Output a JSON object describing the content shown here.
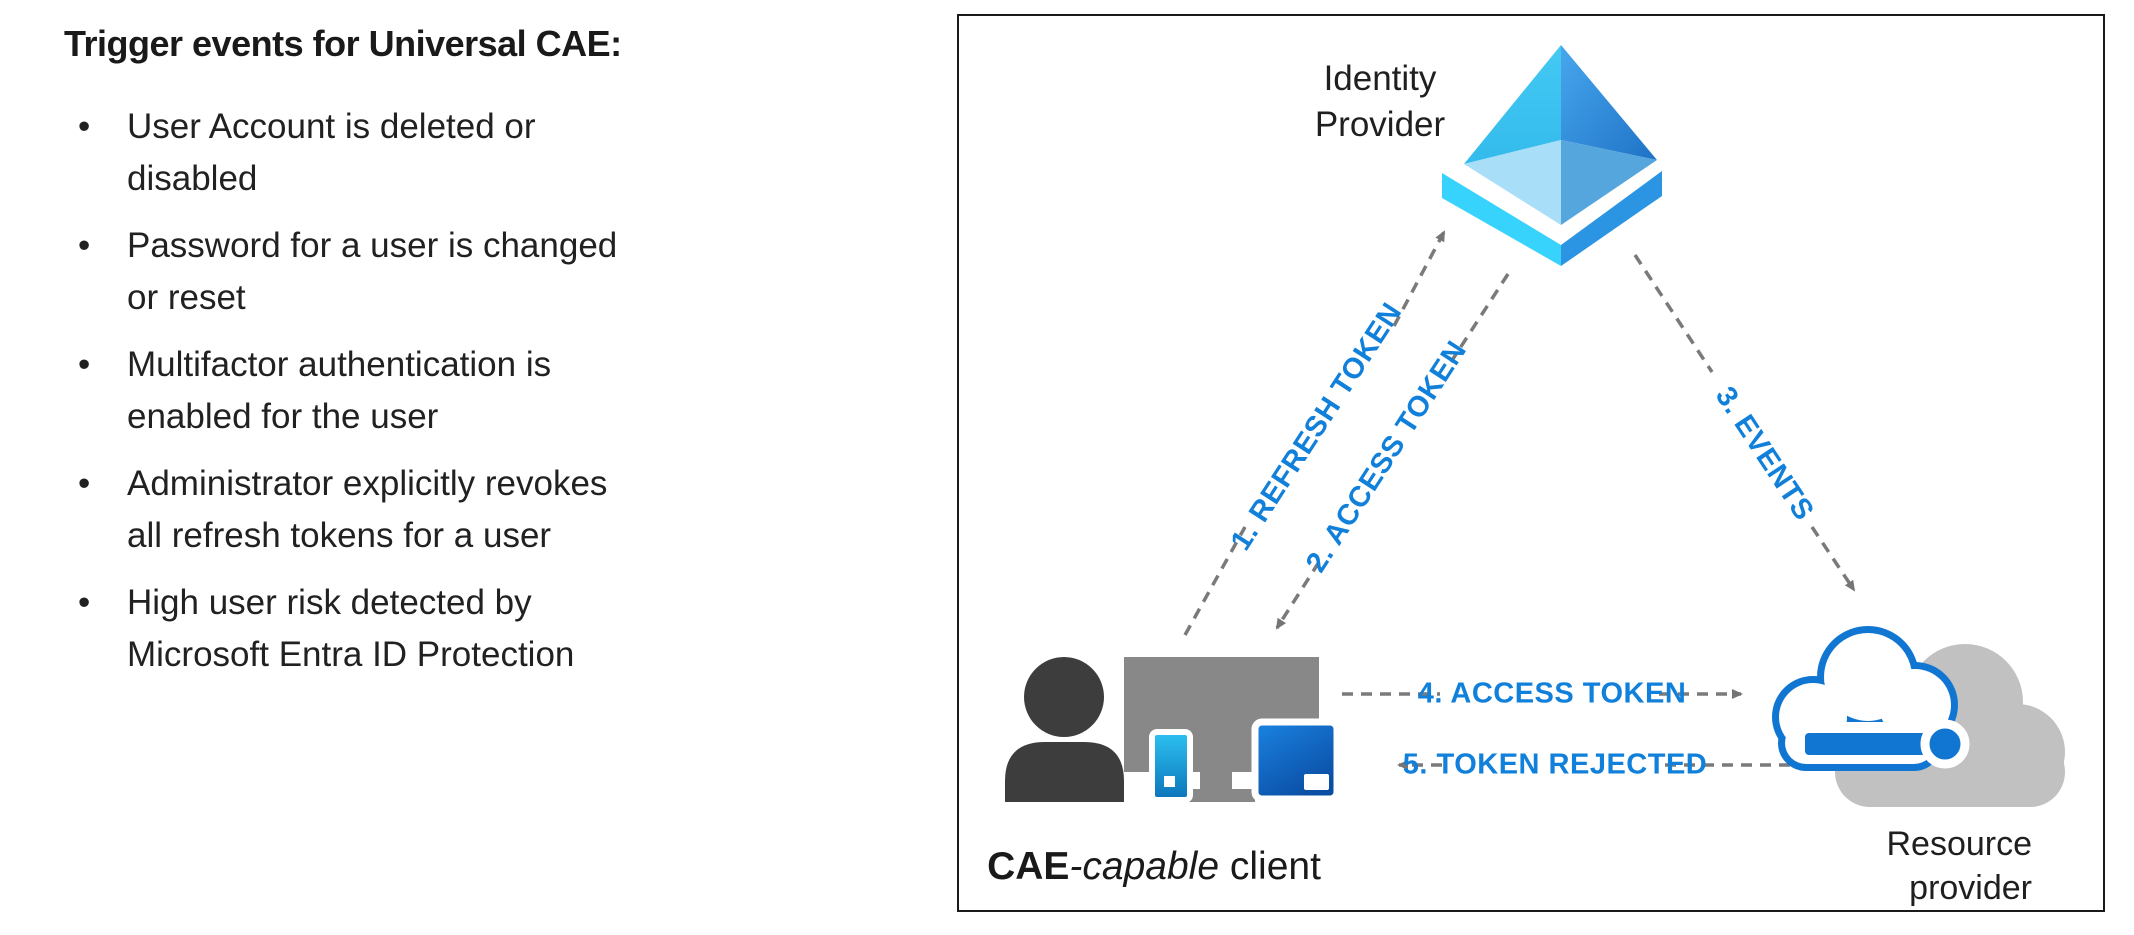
{
  "left_panel": {
    "title": "Trigger events for Universal CAE:",
    "bullets": [
      {
        "lines": [
          "User Account is deleted or",
          "disabled"
        ]
      },
      {
        "lines": [
          "Password for a user is changed",
          "or reset"
        ]
      },
      {
        "lines": [
          "Multifactor authentication is",
          "enabled for the user"
        ]
      },
      {
        "lines": [
          "Administrator explicitly revokes",
          "all refresh tokens for a user"
        ]
      },
      {
        "lines": [
          "High user risk detected by",
          "Microsoft Entra ID Protection"
        ]
      }
    ]
  },
  "diagram": {
    "identity_provider": {
      "line1": "Identity",
      "line2": "Provider"
    },
    "client_label": {
      "bold": "CAE",
      "italic": "-capable",
      "regular": " client"
    },
    "resource_provider": {
      "line1": "Resource",
      "line2": "provider"
    },
    "flows": {
      "refresh_token": "1. REFRESH TOKEN",
      "access_token_up": "2. ACCESS TOKEN",
      "events": "3. EVENTS",
      "access_token_right": "4. ACCESS TOKEN",
      "token_rejected": "5. TOKEN REJECTED"
    },
    "colors": {
      "flow_label_blue": "#1180da",
      "dash_gray": "#7a7a7a",
      "person_gray": "#3d3d3d",
      "monitor_gray": "#888888",
      "cloud_gray": "#c1c1c1",
      "cloud_blue": "#1076d2",
      "pyramid_cyan": "#3fc4f1",
      "pyramid_blue": "#2173c7",
      "pyramid_light": "#a8def7"
    }
  }
}
